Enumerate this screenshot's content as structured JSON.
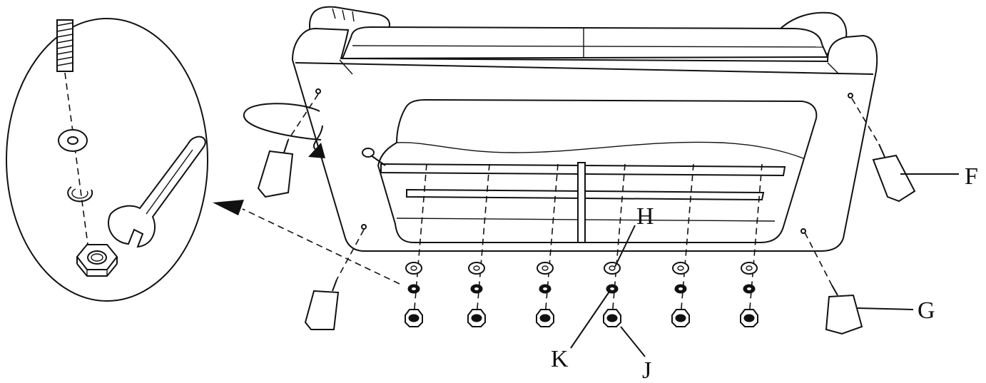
{
  "labels": {
    "F": "F",
    "G": "G",
    "H": "H",
    "J": "J",
    "K": "K"
  },
  "colors": {
    "line": "#111111",
    "background": "#ffffff"
  }
}
